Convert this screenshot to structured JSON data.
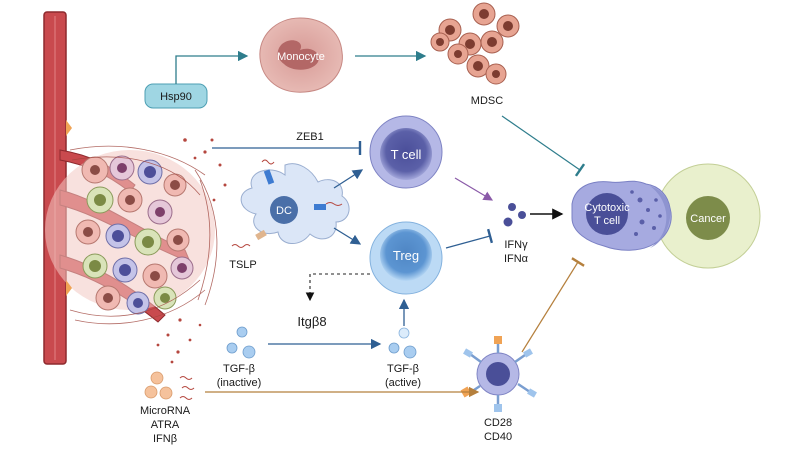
{
  "nodes": {
    "hsp90": "Hsp90",
    "monocyte": "Monocyte",
    "mdsc": "MDSC",
    "zeb1": "ZEB1",
    "tcell": "T cell",
    "dc": "DC",
    "tslp": "TSLP",
    "treg": "Treg",
    "itgb8": "Itgβ8",
    "tgfb_inactive": [
      "TGF-β",
      "(inactive)"
    ],
    "tgfb_active": [
      "TGF-β",
      "(active)"
    ],
    "ifn": [
      "IFNγ",
      "IFNα"
    ],
    "cytotoxic": [
      "Cytotoxic",
      "T cell"
    ],
    "cancer": "Cancer",
    "cd_markers": [
      "CD28",
      "CD40"
    ],
    "therapies": [
      "MicroRNA",
      "ATRA",
      "IFNβ"
    ]
  },
  "colors": {
    "vessel": "#c94a4e",
    "teal_arrow": "#2e7d8c",
    "blue_arrow": "#2f5f93",
    "brown_arrow": "#b5803d",
    "purple_arrow": "#8a5aa8",
    "tcell": "#4a4f98",
    "treg": "#7ab4e6",
    "cancer": "#7d8c4a"
  }
}
